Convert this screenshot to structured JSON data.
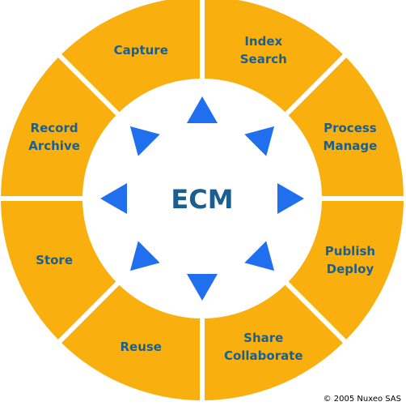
{
  "colors": {
    "ring": "#F9B00F",
    "text": "#1B5F8E",
    "arrow": "#1F6FEF",
    "divider": "#FFFFFF"
  },
  "center": {
    "label": "ECM"
  },
  "segments": [
    {
      "id": "capture",
      "lines": [
        "Capture"
      ]
    },
    {
      "id": "index-search",
      "lines": [
        "Index",
        "Search"
      ]
    },
    {
      "id": "process-manage",
      "lines": [
        "Process",
        "Manage"
      ]
    },
    {
      "id": "publish-deploy",
      "lines": [
        "Publish",
        "Deploy"
      ]
    },
    {
      "id": "share-collaborate",
      "lines": [
        "Share",
        "Collaborate"
      ]
    },
    {
      "id": "reuse",
      "lines": [
        "Reuse"
      ]
    },
    {
      "id": "store",
      "lines": [
        "Store"
      ]
    },
    {
      "id": "record-archive",
      "lines": [
        "Record",
        "Archive"
      ]
    }
  ],
  "arrows": [
    {
      "id": "up",
      "icon": "triangle-arrow-up-icon"
    },
    {
      "id": "up-right",
      "icon": "triangle-arrow-up-right-icon"
    },
    {
      "id": "right",
      "icon": "triangle-arrow-right-icon"
    },
    {
      "id": "down-right",
      "icon": "triangle-arrow-down-right-icon"
    },
    {
      "id": "down",
      "icon": "triangle-arrow-down-icon"
    },
    {
      "id": "down-left",
      "icon": "triangle-arrow-down-left-icon"
    },
    {
      "id": "left",
      "icon": "triangle-arrow-left-icon"
    },
    {
      "id": "up-left",
      "icon": "triangle-arrow-up-left-icon"
    }
  ],
  "footer": {
    "copyright": "© 2005 Nuxeo SAS"
  }
}
